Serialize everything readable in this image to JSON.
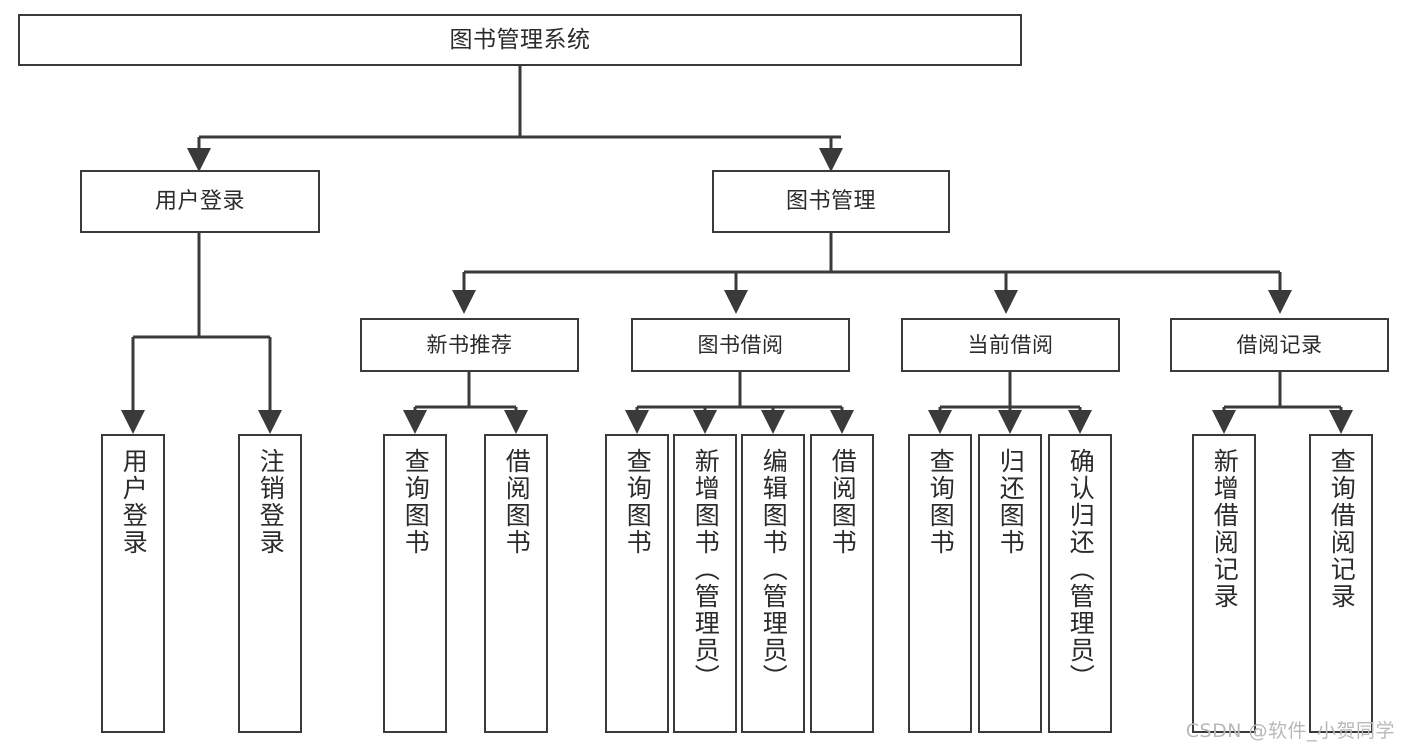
{
  "diagram": {
    "title": "图书管理系统",
    "type": "tree",
    "orientation": "top-down",
    "colors": {
      "box_stroke": "#3a3a3a",
      "box_fill": "#ffffff",
      "edge_stroke": "#3a3a3a",
      "text": "#2b2b2b",
      "watermark": "#b9b9b9",
      "background": "#ffffff"
    },
    "watermark": "CSDN @软件_小贺同学"
  },
  "nodes": {
    "root": {
      "label": "图书管理系统",
      "level": 1
    },
    "level2": [
      {
        "id": "user-login",
        "label": "用户登录"
      },
      {
        "id": "book-manage",
        "label": "图书管理"
      }
    ],
    "level3": [
      {
        "id": "new-book-recommend",
        "label": "新书推荐",
        "parent": "book-manage"
      },
      {
        "id": "book-borrow",
        "label": "图书借阅",
        "parent": "book-manage"
      },
      {
        "id": "current-borrow",
        "label": "当前借阅",
        "parent": "book-manage"
      },
      {
        "id": "borrow-record",
        "label": "借阅记录",
        "parent": "book-manage"
      }
    ],
    "leaves": [
      {
        "id": "leaf-user-login",
        "label": "用户登录",
        "parent": "user-login"
      },
      {
        "id": "leaf-user-logout",
        "label": "注销登录",
        "parent": "user-login"
      },
      {
        "id": "leaf-query-book-1",
        "label": "查询图书",
        "parent": "new-book-recommend"
      },
      {
        "id": "leaf-borrow-book-1",
        "label": "借阅图书",
        "parent": "new-book-recommend"
      },
      {
        "id": "leaf-query-book-2",
        "label": "查询图书",
        "parent": "book-borrow"
      },
      {
        "id": "leaf-add-book",
        "label": "新增图书（管理员）",
        "parent": "book-borrow"
      },
      {
        "id": "leaf-edit-book",
        "label": "编辑图书（管理员）",
        "parent": "book-borrow"
      },
      {
        "id": "leaf-borrow-book-2",
        "label": "借阅图书",
        "parent": "book-borrow"
      },
      {
        "id": "leaf-query-book-3",
        "label": "查询图书",
        "parent": "current-borrow"
      },
      {
        "id": "leaf-return-book",
        "label": "归还图书",
        "parent": "current-borrow"
      },
      {
        "id": "leaf-confirm-return",
        "label": "确认归还（管理员）",
        "parent": "current-borrow"
      },
      {
        "id": "leaf-add-record",
        "label": "新增借阅记录",
        "parent": "borrow-record"
      },
      {
        "id": "leaf-query-record",
        "label": "查询借阅记录",
        "parent": "borrow-record"
      }
    ]
  }
}
